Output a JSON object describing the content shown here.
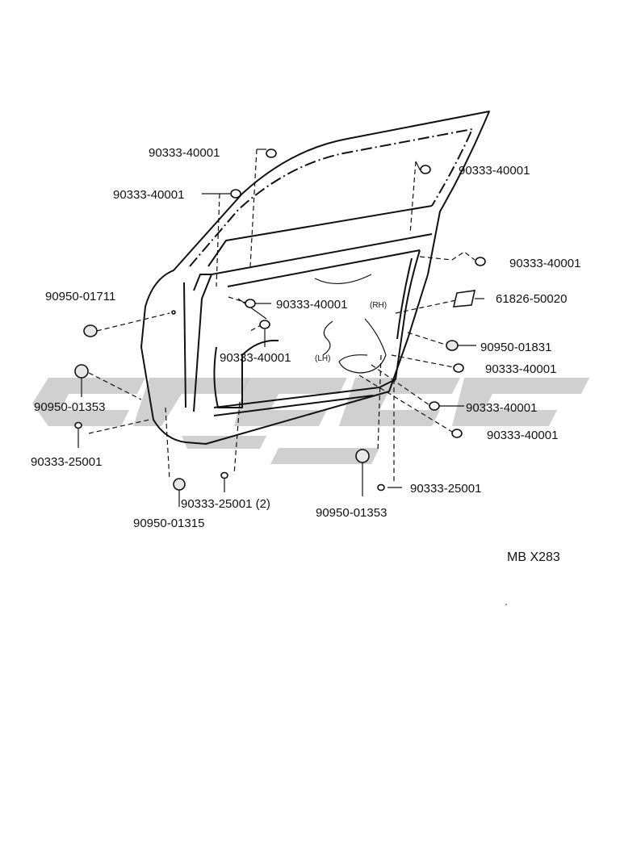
{
  "diagram": {
    "code": "MB X283",
    "labels": [
      {
        "id": "a",
        "text": "90333-40001"
      },
      {
        "id": "b",
        "text": "90333-40001"
      },
      {
        "id": "c",
        "text": "90333-40001"
      },
      {
        "id": "d",
        "text": "90333-40001"
      },
      {
        "id": "e",
        "text": "90950-01711"
      },
      {
        "id": "f",
        "text": "90333-40001"
      },
      {
        "id": "f2",
        "text": "(RH)"
      },
      {
        "id": "g",
        "text": "61826-50020"
      },
      {
        "id": "h",
        "text": "90333-40001"
      },
      {
        "id": "h2",
        "text": "(LH)"
      },
      {
        "id": "i",
        "text": "90950-01831"
      },
      {
        "id": "j",
        "text": "90333-40001"
      },
      {
        "id": "k",
        "text": "90950-01353"
      },
      {
        "id": "l",
        "text": "90333-40001"
      },
      {
        "id": "m",
        "text": "90333-25001"
      },
      {
        "id": "n",
        "text": "90333-40001"
      },
      {
        "id": "o",
        "text": "90333-25001 (2)"
      },
      {
        "id": "p",
        "text": "90333-25001"
      },
      {
        "id": "q",
        "text": "90950-01315"
      },
      {
        "id": "r",
        "text": "90950-01353"
      }
    ]
  }
}
